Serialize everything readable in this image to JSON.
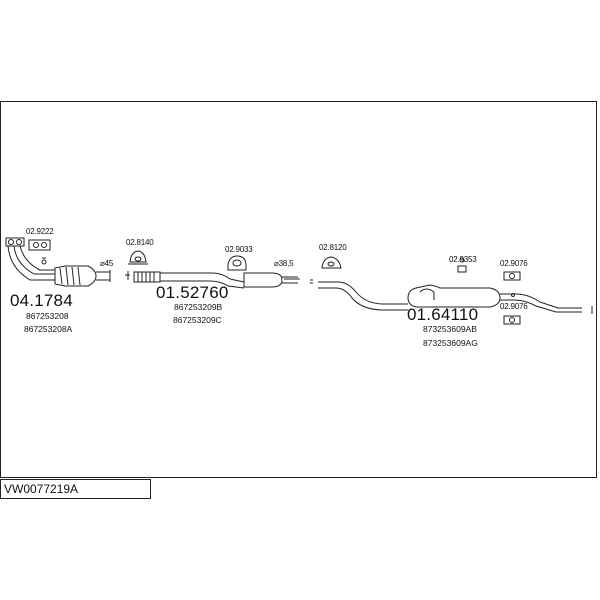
{
  "diagram": {
    "code": "VW0077219A",
    "parts": [
      {
        "number": "04.1784",
        "refs": [
          "867253208",
          "867253208A"
        ]
      },
      {
        "number": "01.52760",
        "refs": [
          "867253209B",
          "867253209C"
        ]
      },
      {
        "number": "01.64110",
        "refs": [
          "873253609AB",
          "873253609AG"
        ]
      }
    ],
    "small_parts": [
      "02.9222",
      "02.8140",
      "02.9033",
      "02.8120",
      "02.9353",
      "02.9076",
      "02.9076"
    ],
    "diameters": [
      "⌀45",
      "⌀38,5"
    ]
  }
}
